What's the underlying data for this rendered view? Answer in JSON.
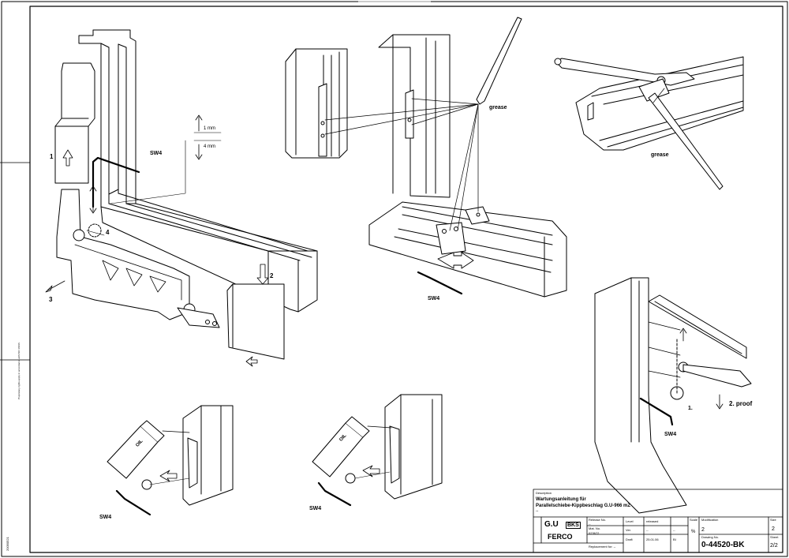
{
  "labels": {
    "sw4_top": "SW4",
    "one_mm": "1 mm",
    "four_mm": "4 mm",
    "step1": "1",
    "step2": "2",
    "step3": "3",
    "step4": "4",
    "grease_center": "grease",
    "grease_right": "grease",
    "sw4_center": "SW4",
    "proof_step1": "1.",
    "proof_step2": "2. proof",
    "sw4_proof": "SW4",
    "oil_left": "OIL",
    "oil_center": "OIL",
    "sw4_bottom_left": "SW4",
    "sw4_bottom_center": "SW4"
  },
  "side_text": {
    "proprietary": "Proprietary rights apply in accordance with ISO 16016.",
    "doc_code": "20090521"
  },
  "title_block": {
    "desc_label": "Description",
    "desc_line1": "Wartungsanleitung für",
    "desc_line2": "Parallelschiebe-Kippbeschlag G.U-966 mZ",
    "desc_line3": "--",
    "release_no_label": "Release No.",
    "release_no_value": "--",
    "mat_no_label": "Mat. No.",
    "mat_no_value": "023672",
    "level_label": "Level",
    "level_value": "released",
    "ver_label": "Ver.",
    "ver_value": "--",
    "ver_extra": "--",
    "draft_label": "Draft",
    "draft_date": "25.01.06",
    "draft_by": "BI",
    "scale_label": "Scale",
    "scale_value": "%",
    "modification_label": "Modification",
    "modification_value": "2",
    "size_label": "Size",
    "size_value": "2",
    "drawing_no_label": "Drawing No.",
    "drawing_no_value": "0-44520-BK",
    "sheet_label": "Sheet",
    "sheet_value": "2/2",
    "replacement_label": "Replacement for: --",
    "logo_gu": "G.U",
    "logo_bks": "BKS",
    "logo_ferco": "FERCO"
  }
}
